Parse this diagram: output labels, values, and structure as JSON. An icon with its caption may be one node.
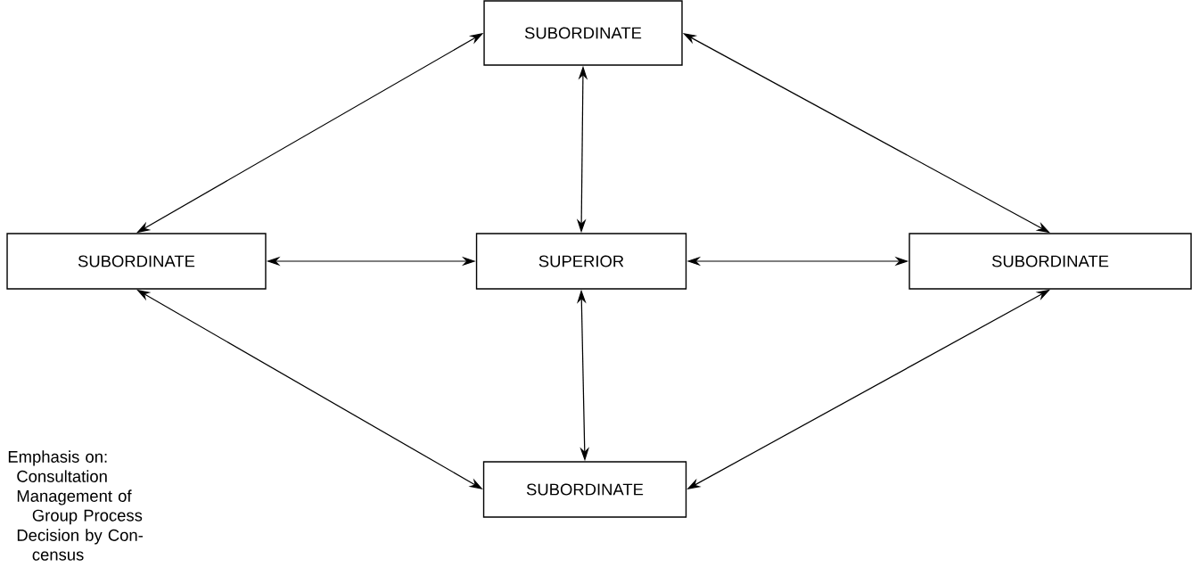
{
  "diagram": {
    "nodes": [
      {
        "text": [
          "SUBORDINATE"
        ]
      },
      {
        "text": [
          "SUBORDINATE"
        ]
      },
      {
        "text": [
          "SUPERIOR"
        ]
      },
      {
        "text": [
          "SUBORDINATE"
        ]
      },
      {
        "text": [
          "SUBORDINATE"
        ]
      }
    ],
    "edges": [
      {
        "from": 0,
        "to": 1,
        "arrow": "both"
      },
      {
        "from": 0,
        "to": 2,
        "arrow": "both"
      },
      {
        "from": 0,
        "to": 3,
        "arrow": "both"
      },
      {
        "from": 1,
        "to": 2,
        "arrow": "both"
      },
      {
        "from": 2,
        "to": 3,
        "arrow": "both"
      },
      {
        "from": 1,
        "to": 4,
        "arrow": "both"
      },
      {
        "from": 2,
        "to": 4,
        "arrow": "both"
      },
      {
        "from": 3,
        "to": 4,
        "arrow": "both"
      }
    ],
    "labels": [
      "Emphasis on:",
      "Consultation",
      "Management of Group Process",
      "Decision by Con- census"
    ]
  }
}
